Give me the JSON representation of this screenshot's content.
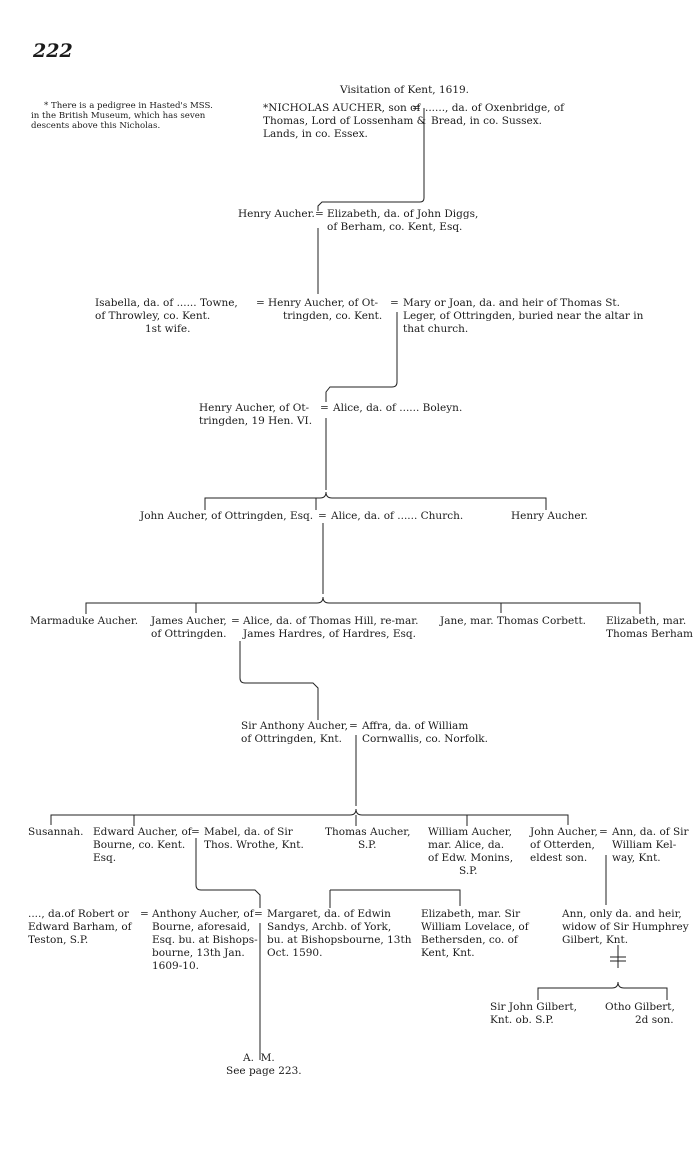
{
  "page_number": "222",
  "heading": "Visitation of Kent, 1619.",
  "footnote": [
    "* There is a pedigree in Hasted's MSS.",
    "in the British Museum, which has seven",
    "descents above this Nicholas."
  ],
  "gen1": {
    "left": [
      "*NICHOLAS AUCHER, son of",
      "Thomas, Lord of Lossenham &",
      "Lands, in co. Essex."
    ],
    "marriage_sign": "=",
    "right": [
      "......, da. of Oxenbridge, of",
      "Bread, in co. Sussex."
    ]
  },
  "gen2": {
    "left": [
      "Henry Aucher."
    ],
    "right": [
      "Elizabeth, da. of John Diggs,",
      "of Berham, co. Kent, Esq."
    ]
  },
  "gen3": {
    "wife1": [
      "Isabella, da. of ...... Towne,",
      "of Throwley, co. Kent.",
      "1st wife."
    ],
    "husband": [
      "Henry Aucher, of Ot-",
      "tringden, co. Kent."
    ],
    "wife2": [
      "Mary or Joan, da. and heir of Thomas St.",
      "Leger, of Ottringden, buried near the altar in",
      "that church."
    ]
  },
  "gen4": {
    "left": [
      "Henry Aucher, of Ot-",
      "tringden, 19 Hen. VI."
    ],
    "right": [
      "Alice, da. of ...... Boleyn."
    ]
  },
  "gen5": {
    "john": [
      "John Aucher, of Ottringden, Esq."
    ],
    "alice": [
      "Alice, da. of ...... Church."
    ],
    "henry": [
      "Henry Aucher."
    ]
  },
  "gen6": {
    "marmaduke": [
      "Marmaduke Aucher."
    ],
    "james": [
      "James Aucher,",
      "of Ottringden."
    ],
    "alice": [
      "Alice, da. of Thomas Hill, re-mar.",
      "James Hardres, of Hardres, Esq."
    ],
    "jane": [
      "Jane, mar. Thomas Corbett."
    ],
    "elizabeth": [
      "Elizabeth, mar.",
      "Thomas Berham"
    ]
  },
  "gen7": {
    "left": [
      "Sir Anthony Aucher,",
      "of Ottringden, Knt."
    ],
    "right": [
      "Affra, da. of William",
      "Cornwallis, co. Norfolk."
    ]
  },
  "gen8": {
    "susannah": [
      "Susannah."
    ],
    "edward": [
      "Edward Aucher, of",
      "Bourne, co. Kent.",
      "Esq."
    ],
    "mabel": [
      "Mabel, da. of Sir",
      "Thos. Wrothe, Knt."
    ],
    "thomas": [
      "Thomas Aucher,",
      "S.P."
    ],
    "william": [
      "William Aucher,",
      "mar. Alice, da.",
      "of Edw. Monins,",
      "S.P."
    ],
    "john": [
      "John Aucher,",
      "of Otterden,",
      "eldest son."
    ],
    "ann": [
      "Ann, da. of Sir",
      "William Kel-",
      "way, Knt."
    ]
  },
  "gen9": {
    "wife1": [
      "...., da.of Robert or",
      "Edward Barham, of",
      "Teston, S.P."
    ],
    "anthony": [
      "Anthony Aucher, of",
      "Bourne, aforesaid,",
      "Esq. bu. at Bishops-",
      "bourne, 13th Jan.",
      "1609-10."
    ],
    "margaret": [
      "Margaret, da. of Edwin",
      "Sandys, Archb. of York,",
      "bu. at Bishopsbourne, 13th",
      "Oct. 1590."
    ],
    "elizabeth": [
      "Elizabeth, mar. Sir",
      "William Lovelace, of",
      "Bethersden, co. of",
      "Kent, Knt."
    ],
    "ann": [
      "Ann, only da. and heir,",
      "widow of Sir Humphrey",
      "Gilbert, Knt."
    ]
  },
  "gen10": {
    "john_gilbert": [
      "Sir John Gilbert,",
      "Knt. ob. S.P."
    ],
    "otho": [
      "Otho Gilbert,",
      "2d son."
    ]
  },
  "continuation": [
    "A.  M.",
    "See page 223."
  ]
}
